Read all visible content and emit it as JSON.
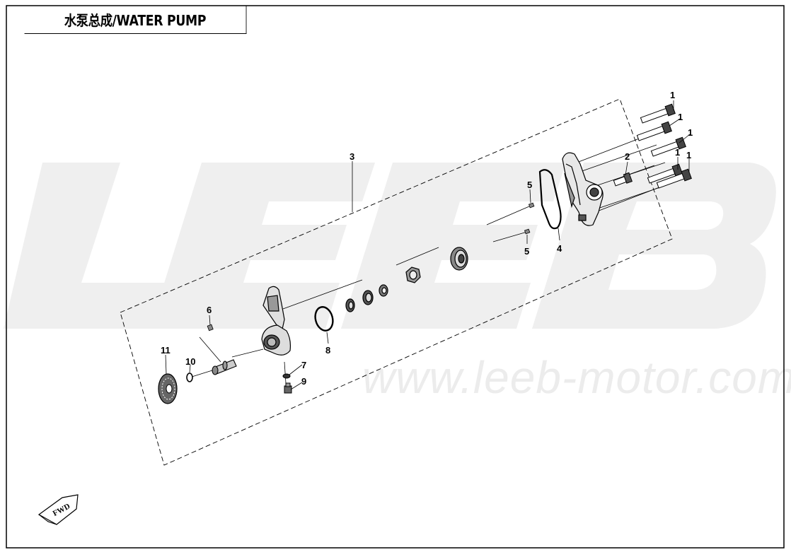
{
  "title": "水泵总成/WATER PUMP",
  "watermark": {
    "brand": "LEEB",
    "url": "www.leeb-motor.com"
  },
  "fwd_label": "FWD",
  "callouts": [
    {
      "id": "c1a",
      "text": "1"
    },
    {
      "id": "c1b",
      "text": "1"
    },
    {
      "id": "c1c",
      "text": "1"
    },
    {
      "id": "c1d",
      "text": "1"
    },
    {
      "id": "c1e",
      "text": "1"
    },
    {
      "id": "c2",
      "text": "2"
    },
    {
      "id": "c3",
      "text": "3"
    },
    {
      "id": "c4",
      "text": "4"
    },
    {
      "id": "c5a",
      "text": "5"
    },
    {
      "id": "c5b",
      "text": "5"
    },
    {
      "id": "c6",
      "text": "6"
    },
    {
      "id": "c7",
      "text": "7"
    },
    {
      "id": "c8",
      "text": "8"
    },
    {
      "id": "c9",
      "text": "9"
    },
    {
      "id": "c10",
      "text": "10"
    },
    {
      "id": "c11",
      "text": "11"
    }
  ]
}
